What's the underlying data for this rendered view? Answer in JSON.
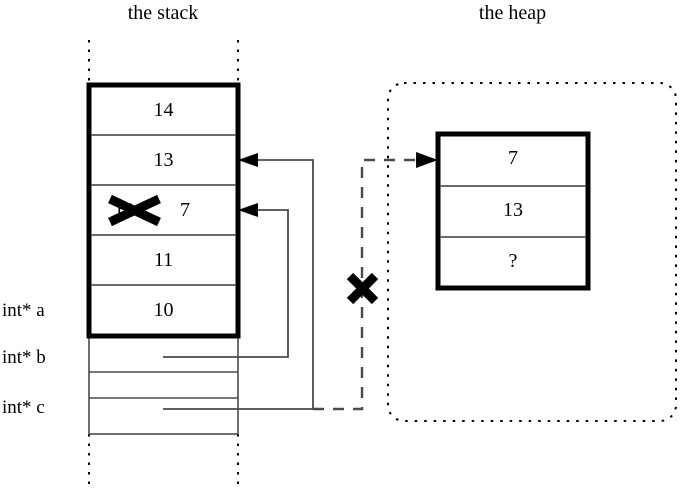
{
  "diagram": {
    "titles": {
      "stack": "the stack",
      "heap": "the heap"
    },
    "stack": {
      "frame_cells": [
        {
          "value": "14"
        },
        {
          "value": "13"
        },
        {
          "value": "7",
          "struck_value": "12"
        },
        {
          "value": "11"
        },
        {
          "value": "10"
        }
      ],
      "var_labels": [
        {
          "name": "int* a",
          "text": "int* a"
        },
        {
          "name": "int* b",
          "text": "int* b"
        },
        {
          "name": "int* c",
          "text": "int* c"
        }
      ],
      "pointer_cells": [
        {
          "label": "int* b",
          "target": "stack-cell-12-7"
        },
        {
          "label": "int* c",
          "target": "stack-cell-13"
        }
      ]
    },
    "heap": {
      "cells": [
        {
          "value": "7"
        },
        {
          "value": "13"
        },
        {
          "value": "?"
        }
      ]
    },
    "annotations": {
      "invalid_pointer_mark": "✕",
      "struck_stack_value_mark": "✕"
    },
    "colors": {
      "ink": "#000000",
      "line": "#404040",
      "background": "#ffffff"
    }
  }
}
